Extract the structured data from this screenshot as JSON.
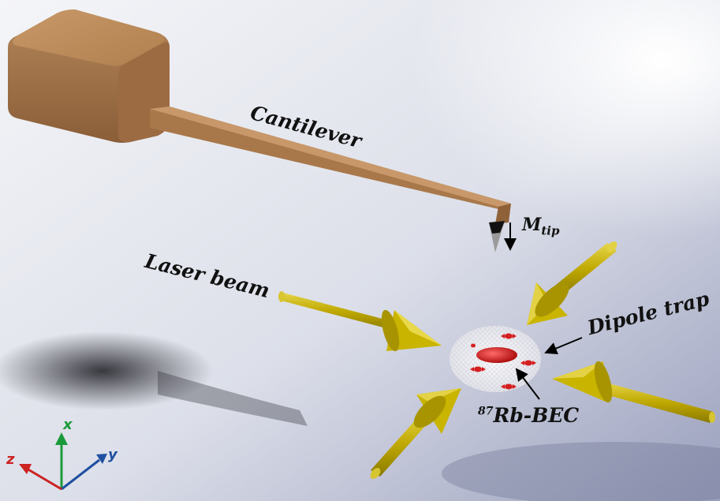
{
  "labels": {
    "cantilever": "Cantilever",
    "m_tip_main": "M",
    "m_tip_sub": "tip",
    "laser_beam": "Laser beam",
    "dipole_trap": "Dipole trap",
    "bec_sup": "87",
    "bec_main": "Rb-BEC"
  },
  "axes": {
    "x": "x",
    "y": "y",
    "z": "z"
  },
  "colors": {
    "cantilever": "#a8784a",
    "beam": "#c9b400",
    "bec": "#d42020",
    "axis_x": "#1a9a3a",
    "axis_y": "#1f4fa0",
    "axis_z": "#cc2222"
  }
}
